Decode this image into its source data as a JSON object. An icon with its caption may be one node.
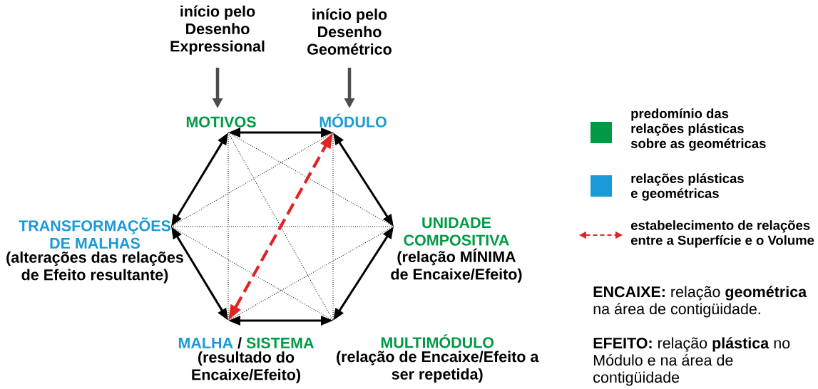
{
  "diagram": {
    "nodes": [
      {
        "text": [
          "início pelo Desenho Expressional"
        ]
      },
      {
        "text": [
          "início pelo Desenho Geométrico"
        ]
      },
      {
        "text": [
          "MOTIVOS"
        ]
      },
      {
        "text": [
          "MÓDULO"
        ]
      },
      {
        "text": [
          "TRANSFORMAÇÕES DE MALHAS",
          "(alterações das relações de Efeito resultante)"
        ]
      },
      {
        "text": [
          "UNIDADE COMPOSITIVA",
          "(relação MÍNIMA de Encaixe/Efeito)"
        ]
      },
      {
        "text": [
          "MALHA",
          "/",
          "SISTEMA",
          "(resultado do Encaixe/Efeito)"
        ]
      },
      {
        "text": [
          "MULTIMÓDULO",
          "(relação de Encaixe/Efeito a ser repetida)"
        ]
      }
    ],
    "edges": [
      {
        "from": 0,
        "to": 2,
        "arrow": "to",
        "color": "#4d4d4d"
      },
      {
        "from": 1,
        "to": 3,
        "arrow": "to",
        "color": "#4d4d4d"
      },
      {
        "from": 2,
        "to": 3,
        "arrow": "both"
      },
      {
        "from": 3,
        "to": 5,
        "arrow": "both"
      },
      {
        "from": 5,
        "to": 7,
        "arrow": "both"
      },
      {
        "from": 7,
        "to": 6,
        "arrow": "both"
      },
      {
        "from": 6,
        "to": 4,
        "arrow": "both"
      },
      {
        "from": 4,
        "to": 2,
        "arrow": "both"
      },
      {
        "from": 2,
        "to": 6,
        "arrow": "none",
        "style": "dashed"
      },
      {
        "from": 2,
        "to": 5,
        "arrow": "none",
        "style": "dashed"
      },
      {
        "from": 2,
        "to": 7,
        "arrow": "none",
        "style": "dashed"
      },
      {
        "from": 3,
        "to": 7,
        "arrow": "none",
        "style": "dashed"
      },
      {
        "from": 3,
        "to": 4,
        "arrow": "none",
        "style": "dashed"
      },
      {
        "from": 4,
        "to": 5,
        "arrow": "none",
        "style": "dashed"
      },
      {
        "from": 4,
        "to": 7,
        "arrow": "none",
        "style": "dashed"
      },
      {
        "from": 5,
        "to": 6,
        "arrow": "none",
        "style": "dashed"
      },
      {
        "from": 6,
        "to": 3,
        "arrow": "both",
        "style": "dashed",
        "color": "#e02424"
      }
    ],
    "labels": [
      "**ENCAIXE:** relação **geométrica** na área de contigüidade.",
      "**EFEITO:** relação **plástica** no Módulo e na área de contigüidade"
    ],
    "legend": [
      {
        "text": "predomínio das relações plásticas sobre as geométricas",
        "color": "#009a44"
      },
      {
        "text": "relações plásticas e geométricas",
        "color": "#1a9ad6"
      },
      {
        "text": "estabelecimento de relações entre a Superfície e o Volume"
      }
    ]
  }
}
